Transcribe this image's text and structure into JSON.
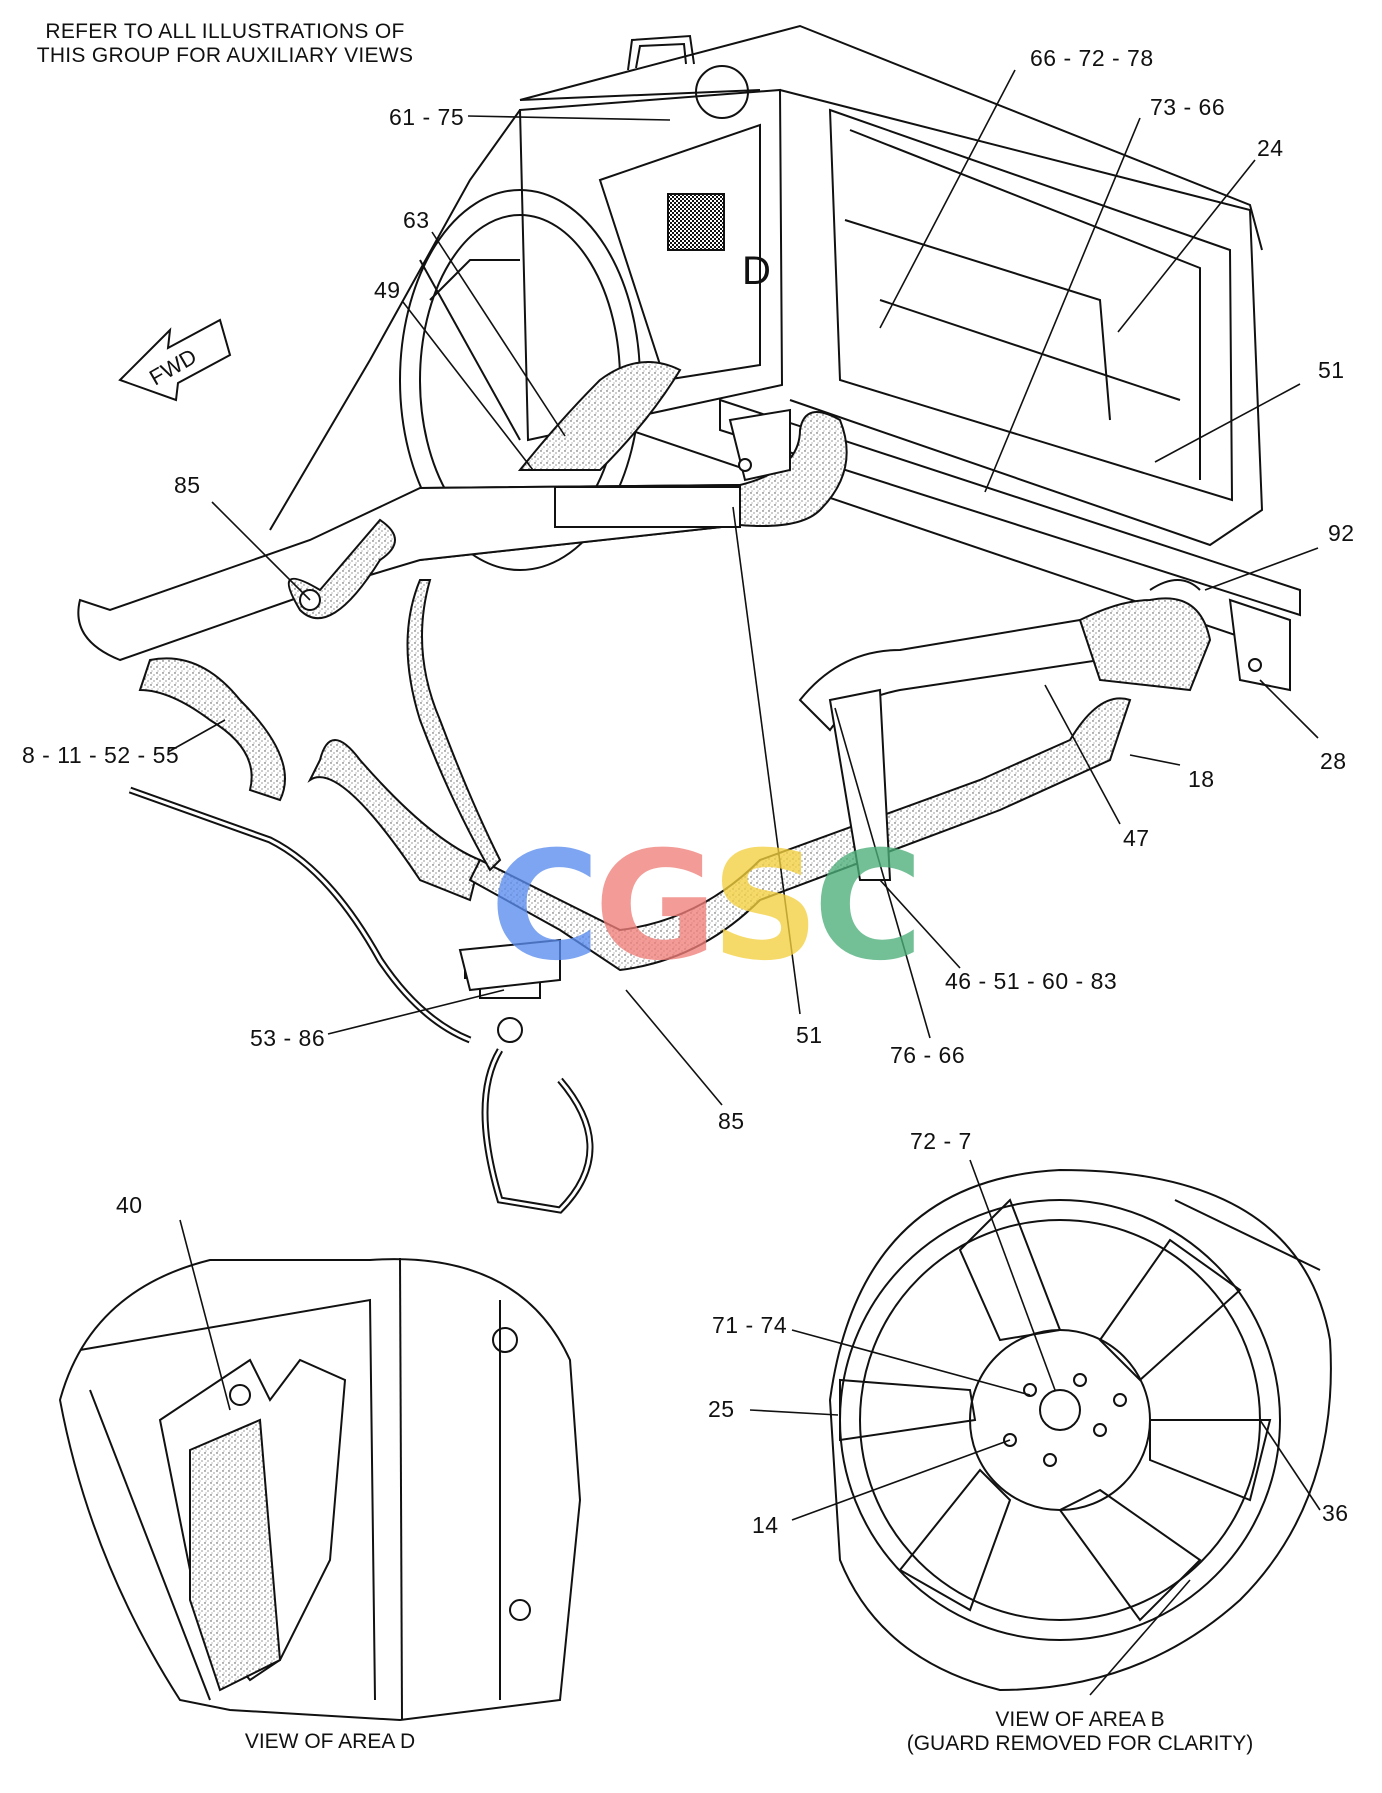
{
  "header_note": [
    "REFER TO ALL ILLUSTRATIONS OF",
    "THIS GROUP FOR AUXILIARY VIEWS"
  ],
  "fwd_arrow_label": "FWD",
  "area_marker": "D",
  "labels": {
    "l_61_75": "61 - 75",
    "l_66_72_78": "66 - 72 - 78",
    "l_73_66": "73 - 66",
    "l_24": "24",
    "l_63": "63",
    "l_49": "49",
    "l_51_right": "51",
    "l_85_top": "85",
    "l_92": "92",
    "l_8_11_52_55": "8 - 11 - 52 - 55",
    "l_28": "28",
    "l_18": "18",
    "l_47": "47",
    "l_46_51_60_83": "46 - 51 - 60 - 83",
    "l_53_86": "53 - 86",
    "l_51_bottom": "51",
    "l_76_66": "76 - 66",
    "l_85_bottom": "85",
    "l_40": "40",
    "l_72_7": "72 - 7",
    "l_71_74": "71 - 74",
    "l_25": "25",
    "l_14": "14",
    "l_36": "36"
  },
  "captions": {
    "view_d": "VIEW OF AREA  D",
    "view_b_line1": "VIEW OF AREA  B",
    "view_b_line2": "(GUARD REMOVED FOR CLARITY)"
  },
  "watermark": {
    "letters": [
      "C",
      "G",
      "S",
      "C"
    ],
    "colors": [
      "#5b8def",
      "#f07f79",
      "#f4d03f",
      "#4caf7a"
    ]
  }
}
